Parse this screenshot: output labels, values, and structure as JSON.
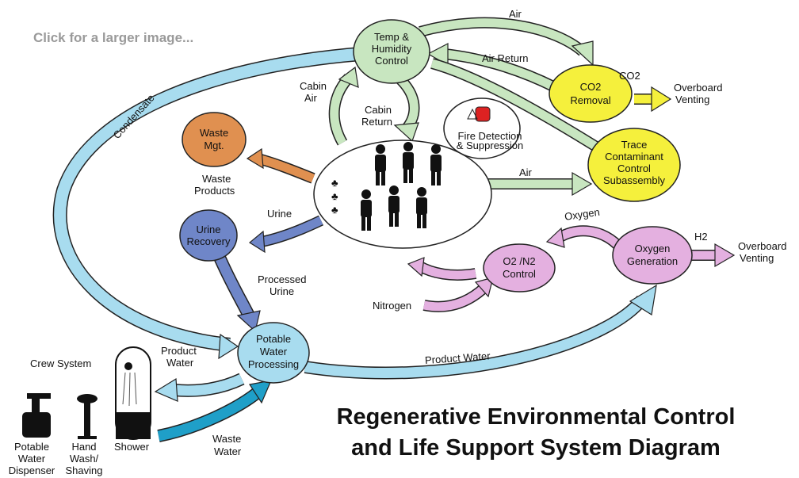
{
  "header": {
    "click_hint": "Click for a larger image..."
  },
  "title": {
    "line1": "Regenerative Environmental Control",
    "line2": "and Life Support System Diagram"
  },
  "nodes": {
    "temp": [
      "Temp &",
      "Humidity",
      "Control"
    ],
    "co2": [
      "CO2",
      "Removal"
    ],
    "trace": [
      "Trace",
      "Contaminant",
      "Control",
      "Subassembly"
    ],
    "waste": [
      "Waste",
      "Mgt."
    ],
    "urine": [
      "Urine",
      "Recovery"
    ],
    "potable": [
      "Potable",
      "Water",
      "Processing"
    ],
    "o2n2": [
      "O2 /N2",
      "Control"
    ],
    "oxygen": [
      "Oxygen",
      "Generation"
    ],
    "fire": [
      "Fire Detection",
      "& Suppression"
    ]
  },
  "flows": {
    "air_top": "Air",
    "air_return": "Air Return",
    "co2": "CO2",
    "overboard1": [
      "Overboard",
      "Venting"
    ],
    "cabin_air": [
      "Cabin",
      "Air"
    ],
    "cabin_return": [
      "Cabin",
      "Return"
    ],
    "condensate": "Condensate",
    "air_mid": "Air",
    "waste_products": [
      "Waste",
      "Products"
    ],
    "urine": "Urine",
    "oxygen": "Oxygen",
    "h2": "H2",
    "overboard2": [
      "Overboard",
      "Venting"
    ],
    "processed_urine": [
      "Processed",
      "Urine"
    ],
    "nitrogen": "Nitrogen",
    "product_water_left": [
      "Product",
      "Water"
    ],
    "product_water": "Product Water",
    "waste_water": [
      "Waste",
      "Water"
    ]
  },
  "crew": {
    "system": "Crew System",
    "dispenser": [
      "Potable",
      "Water",
      "Dispenser"
    ],
    "handwash": [
      "Hand",
      "Wash/",
      "Shaving"
    ],
    "shower": "Shower"
  },
  "colors": {
    "blue_flow": "#a8dcef",
    "green_flow": "#c8e6c0",
    "yellow": "#f5f03c",
    "orange": "#e09050",
    "urine_blue": "#6f86c8",
    "pink": "#e4b0e0",
    "teal": "#1f9fc8"
  }
}
